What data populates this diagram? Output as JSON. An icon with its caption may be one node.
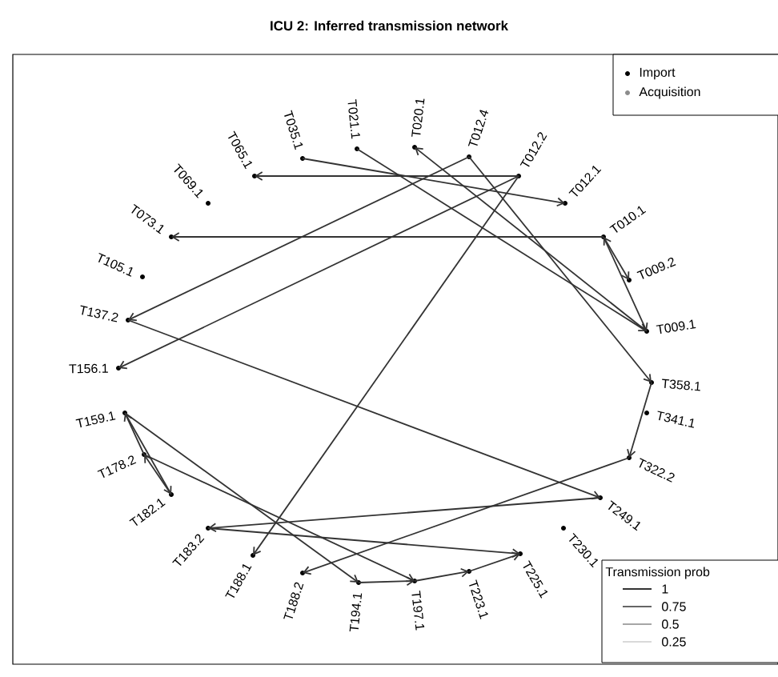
{
  "diagram": {
    "title": "ICU 2: Inferred transmission network",
    "nodes": [
      {
        "text": [
          "T065.1"
        ]
      },
      {
        "text": [
          "T035.1"
        ]
      },
      {
        "text": [
          "T021.1"
        ]
      },
      {
        "text": [
          "T020.1"
        ]
      },
      {
        "text": [
          "T012.4"
        ]
      },
      {
        "text": [
          "T012.2"
        ]
      },
      {
        "text": [
          "T012.1"
        ]
      },
      {
        "text": [
          "T010.1"
        ]
      },
      {
        "text": [
          "T009.2"
        ]
      },
      {
        "text": [
          "T009.1"
        ]
      },
      {
        "text": [
          "T358.1"
        ]
      },
      {
        "text": [
          "T341.1"
        ]
      },
      {
        "text": [
          "T322.2"
        ]
      },
      {
        "text": [
          "T249.1"
        ]
      },
      {
        "text": [
          "T230.1"
        ]
      },
      {
        "text": [
          "T225.1"
        ]
      },
      {
        "text": [
          "T223.1"
        ]
      },
      {
        "text": [
          "T197.1"
        ]
      },
      {
        "text": [
          "T194.1"
        ]
      },
      {
        "text": [
          "T188.2"
        ]
      },
      {
        "text": [
          "T188.1"
        ]
      },
      {
        "text": [
          "T183.2"
        ]
      },
      {
        "text": [
          "T182.1"
        ]
      },
      {
        "text": [
          "T178.2"
        ]
      },
      {
        "text": [
          "T159.1"
        ]
      },
      {
        "text": [
          "T156.1"
        ]
      },
      {
        "text": [
          "T137.2"
        ]
      },
      {
        "text": [
          "T105.1"
        ]
      },
      {
        "text": [
          "T073.1"
        ]
      },
      {
        "text": [
          "T069.1"
        ]
      }
    ],
    "edges": [
      {
        "from": 7,
        "to": 28,
        "arrow": "to"
      },
      {
        "from": 5,
        "to": 0,
        "arrow": "to"
      },
      {
        "from": 1,
        "to": 6,
        "arrow": "to"
      },
      {
        "from": 2,
        "to": 9,
        "arrow": "to"
      },
      {
        "from": 9,
        "to": 3,
        "arrow": "to"
      },
      {
        "from": 7,
        "to": 8,
        "arrow": "both"
      },
      {
        "from": 7,
        "to": 9,
        "arrow": "to"
      },
      {
        "from": 4,
        "to": 10,
        "arrow": "to"
      },
      {
        "from": 5,
        "to": 25,
        "arrow": "to"
      },
      {
        "from": 4,
        "to": 26,
        "arrow": "to"
      },
      {
        "from": 26,
        "to": 13,
        "arrow": "to"
      },
      {
        "from": 5,
        "to": 20,
        "arrow": "to"
      },
      {
        "from": 10,
        "to": 12,
        "arrow": "to"
      },
      {
        "from": 12,
        "to": 19,
        "arrow": "to"
      },
      {
        "from": 13,
        "to": 21,
        "arrow": "to"
      },
      {
        "from": 21,
        "to": 15,
        "arrow": "to"
      },
      {
        "from": 24,
        "to": 18,
        "arrow": "to"
      },
      {
        "from": 23,
        "to": 24,
        "arrow": "to"
      },
      {
        "from": 24,
        "to": 22,
        "arrow": "to"
      },
      {
        "from": 22,
        "to": 23,
        "arrow": "to"
      },
      {
        "from": 23,
        "to": 17,
        "arrow": "to"
      },
      {
        "from": 18,
        "to": 17,
        "arrow": "to"
      },
      {
        "from": 17,
        "to": 16,
        "arrow": "to"
      },
      {
        "from": 16,
        "to": 15,
        "arrow": "to"
      }
    ],
    "labels": [
      "Transmission prob"
    ],
    "legend": [
      {
        "text": "Import"
      },
      {
        "text": "Acquisition"
      },
      {
        "text": "1"
      },
      {
        "text": "0.75"
      },
      {
        "text": "0.5"
      },
      {
        "text": "0.25"
      }
    ]
  }
}
